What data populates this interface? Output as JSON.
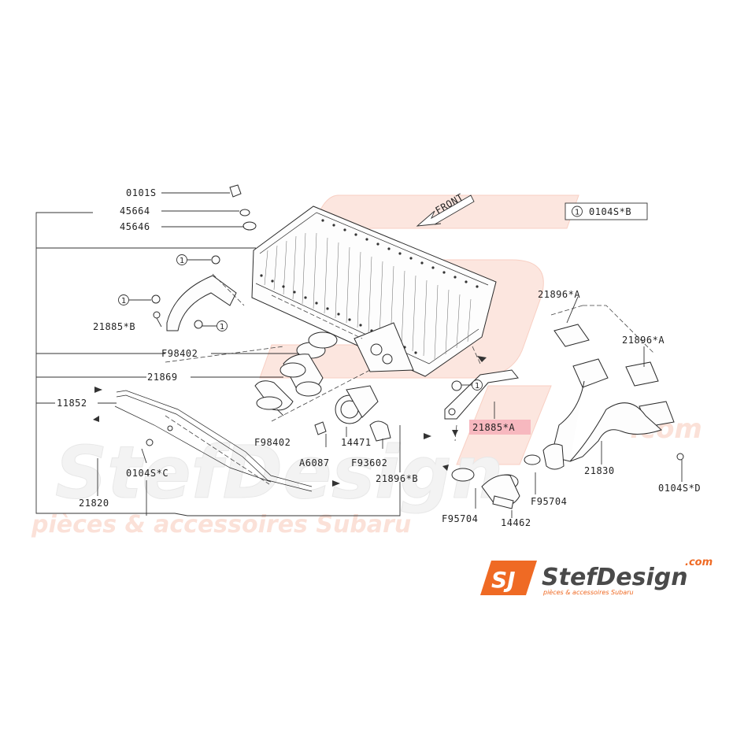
{
  "watermark": {
    "brand": "StefDesign",
    "tagline": "pièces & accessoires Subaru",
    "domain": ".com"
  },
  "logo": {
    "mark": "SJ",
    "brand": "StefDesign",
    "domain": ".com",
    "tagline": "pièces & accessoires Subaru"
  },
  "diagram": {
    "front_label": "FRONT",
    "legend": {
      "circle": "1",
      "text": "0104S*B"
    },
    "labels": {
      "p0101s": "0101S",
      "p45664": "45664",
      "p45646": "45646",
      "p21885b": "21885*B",
      "pf98402a": "F98402",
      "p21869": "21869",
      "p11852": "11852",
      "pf98402b": "F98402",
      "p0104sc": "0104S*C",
      "p21820": "21820",
      "p14471": "14471",
      "pa6087": "A6087",
      "pf93602": "F93602",
      "p21896b": "21896*B",
      "p21885a": "21885*A",
      "p21896a1": "21896*A",
      "p21896a2": "21896*A",
      "p21830": "21830",
      "p0104sd": "0104S*D",
      "pf95704a": "F95704",
      "pf95704b": "F95704",
      "p14462": "14462"
    },
    "circle_num": "1"
  },
  "colors": {
    "highlight": "#f7b8bf",
    "watermark": "#fbe3dc",
    "brand_orange": "#ef6a24",
    "brand_text": "#4a4a4a"
  }
}
